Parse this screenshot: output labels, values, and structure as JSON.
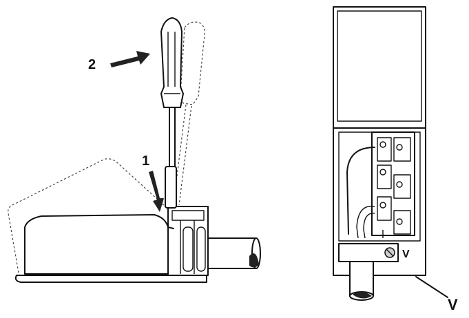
{
  "labels": {
    "step1": "1",
    "step2": "2",
    "screw_v": "V",
    "box_v": "V"
  }
}
